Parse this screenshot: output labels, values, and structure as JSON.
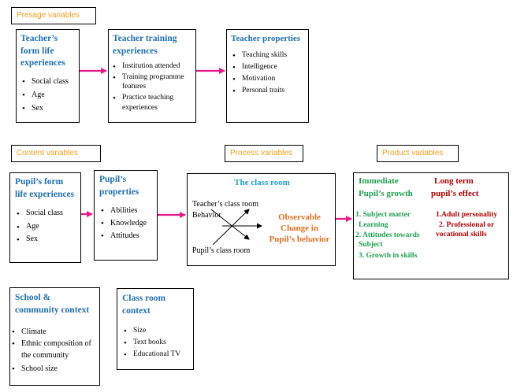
{
  "labels": {
    "presage": "Presage variables",
    "content": "Content variables",
    "process": "Process variables",
    "product": "Product variables"
  },
  "box1": {
    "title": "Teacher’s form life experiences",
    "items": [
      "Social class",
      "Age",
      "Sex"
    ]
  },
  "box2": {
    "title": "Teacher training experiences",
    "items": [
      "Institution attended",
      "Training programme features",
      "Practice teaching experiences"
    ]
  },
  "box3": {
    "title": "Teacher properties",
    "items": [
      "Teaching  skills",
      "Intelligence",
      "Motivation",
      "Personal  traits"
    ]
  },
  "box4": {
    "title": "Pupil’s form life experiences",
    "items": [
      "Social class",
      "Age",
      "Sex"
    ]
  },
  "box5": {
    "title": "Pupil’s properties",
    "items": [
      "Abilities",
      "Knowledge",
      "Attitudes"
    ]
  },
  "classroom": {
    "title": "The class room",
    "teacher_behavior_line1": "Teacher’s class room",
    "teacher_behavior_line2": "Behavior",
    "pupil_behavior": "Pupil’s class room",
    "outcome_line1": "Observable",
    "outcome_line2": "Change in",
    "outcome_line3": "Pupil’s behavior"
  },
  "product": {
    "immediate_title_line1": "Immediate",
    "immediate_title_line2": "Pupil’s growth",
    "immediate_items": [
      "1. Subject  matter",
      "Learning",
      "2. Attitudes towards",
      "Subject",
      "3. Growth  in skills"
    ],
    "longterm_title_line1": "Long term",
    "longterm_title_line2": "pupil’s effect",
    "longterm_items": [
      "1.Adult personality",
      "2. Professional or",
      "vocational skills"
    ]
  },
  "box6": {
    "title": "School & community context",
    "items": [
      "Climate",
      "Ethnic composition of the community",
      "School size"
    ]
  },
  "box7": {
    "title": "Class room context",
    "items": [
      "Size",
      "Text books",
      "Educational  TV"
    ]
  },
  "colors": {
    "title_blue": "#1f6fb0",
    "label_orange": "#f0a020",
    "arrow_magenta": "#e8198b",
    "green": "#1fa050",
    "red": "#b00000",
    "cyan": "#23a0c8",
    "orange": "#e07020"
  }
}
